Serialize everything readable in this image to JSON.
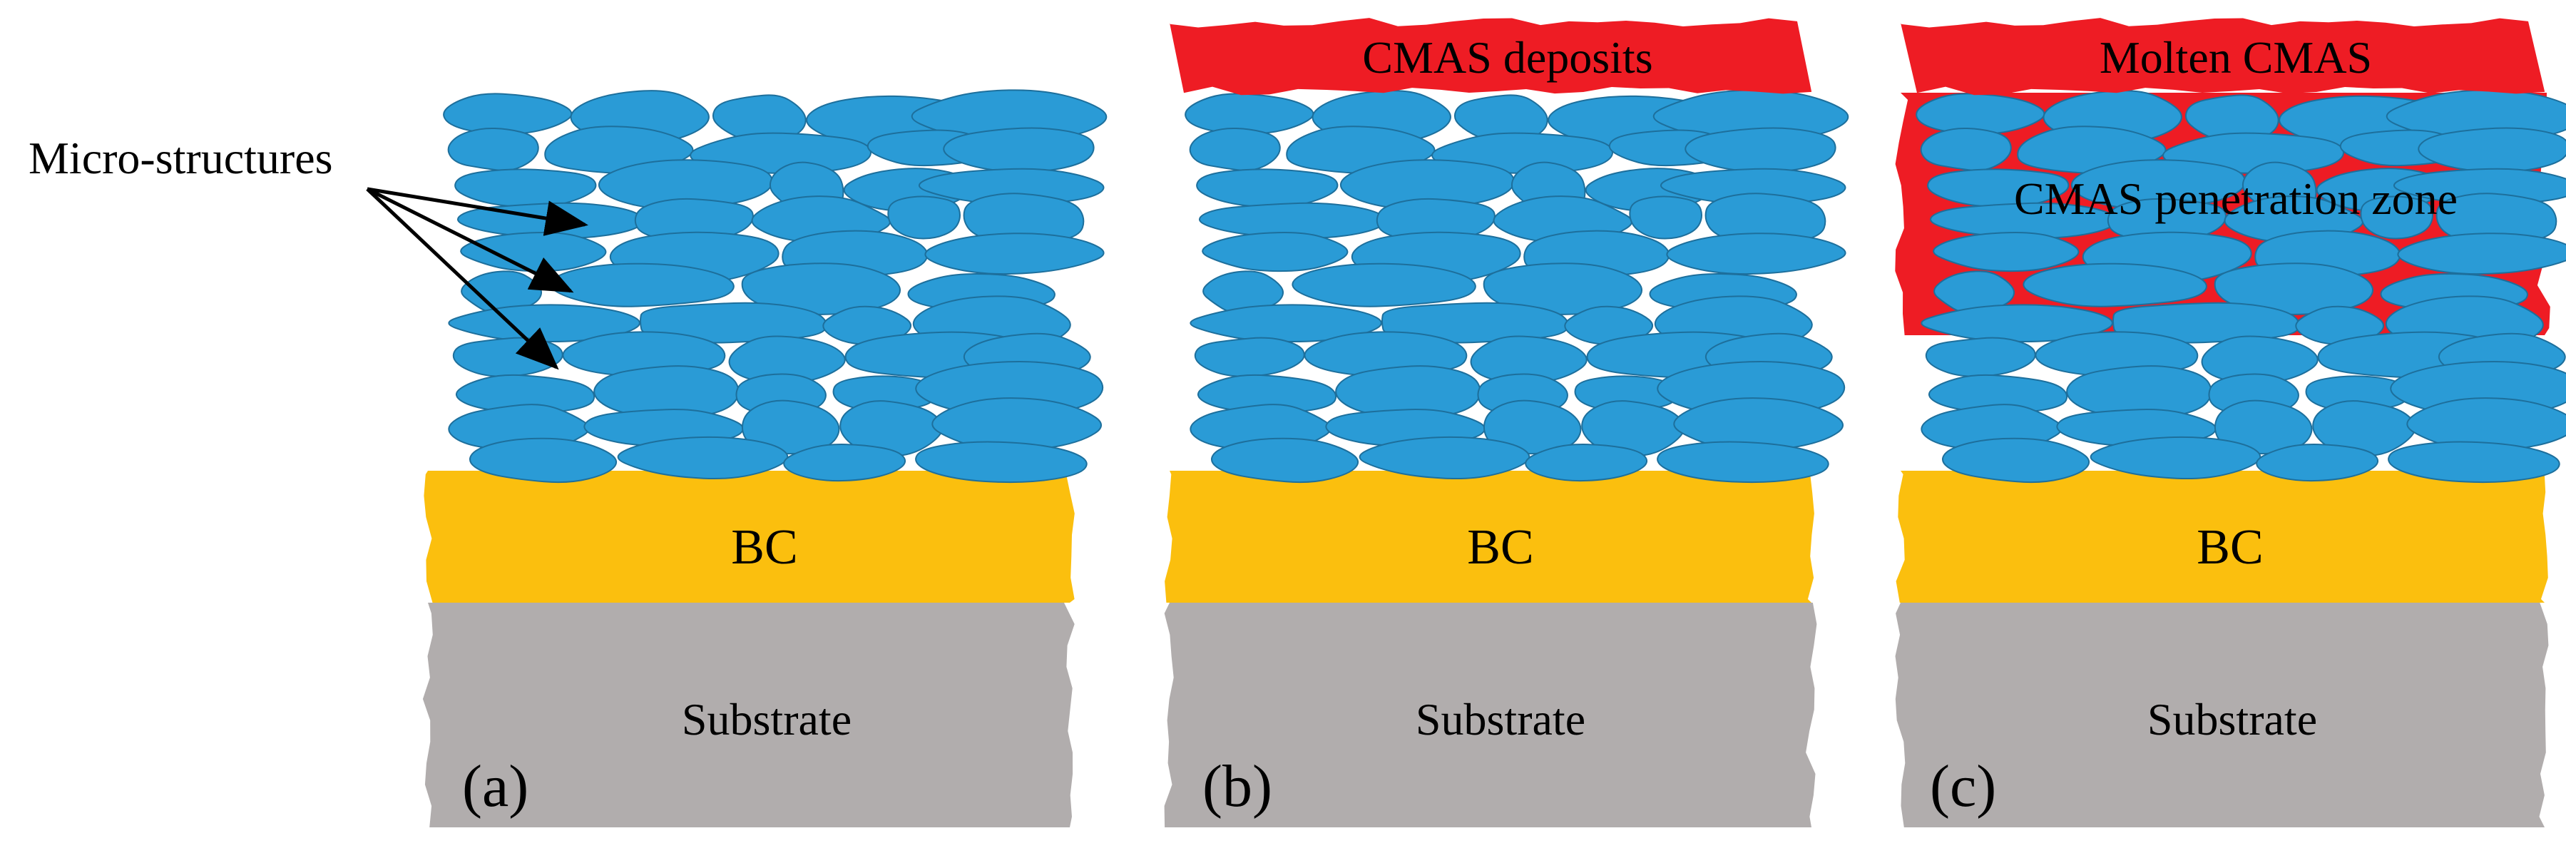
{
  "callout": {
    "label": "Micro-structures"
  },
  "panels": [
    {
      "id": "a",
      "panel_label": "(a)",
      "bc_label": "BC",
      "substrate_label": "Substrate"
    },
    {
      "id": "b",
      "panel_label": "(b)",
      "top_label": "CMAS deposits",
      "bc_label": "BC",
      "substrate_label": "Substrate"
    },
    {
      "id": "c",
      "panel_label": "(c)",
      "top_label": "Molten CMAS",
      "zone_label": "CMAS penetration zone",
      "bc_label": "BC",
      "substrate_label": "Substrate"
    }
  ],
  "colors": {
    "splat": "#2a9bd6",
    "splat_outline": "#1d6f9c",
    "cmas": "#ee1c24",
    "bond_coat": "#fbbf0e",
    "substrate": "#b1adad"
  }
}
